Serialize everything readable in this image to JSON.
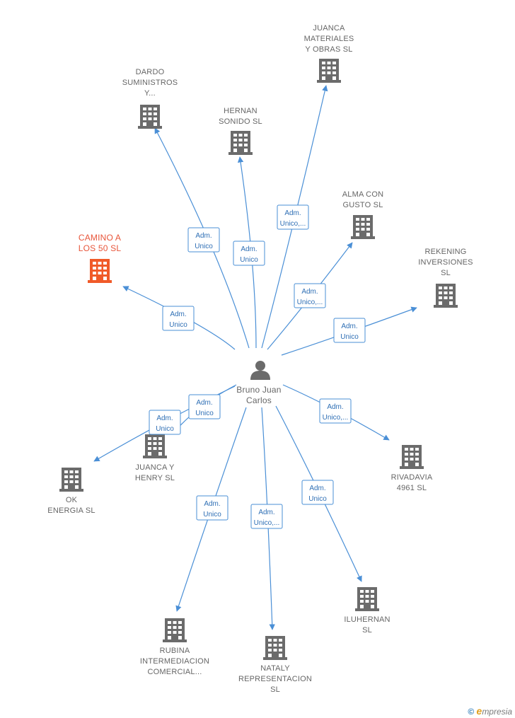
{
  "colors": {
    "edge": "#4a8fd6",
    "node": "#6b6b6b",
    "highlight": "#f05a28",
    "edge_text": "#2f6fb5"
  },
  "center": {
    "name_lines": [
      "Bruno Juan",
      "Carlos"
    ],
    "icon": "person-icon"
  },
  "nodes": [
    {
      "id": "camino",
      "lines": [
        "CAMINO A",
        "LOS 50  SL"
      ],
      "highlight": true
    },
    {
      "id": "dardo",
      "lines": [
        "DARDO",
        "SUMINISTROS",
        "Y..."
      ]
    },
    {
      "id": "hernan",
      "lines": [
        "HERNAN",
        "SONIDO  SL"
      ]
    },
    {
      "id": "juanca_mat",
      "lines": [
        "JUANCA",
        "MATERIALES",
        "Y OBRAS  SL"
      ]
    },
    {
      "id": "alma",
      "lines": [
        "ALMA CON",
        "GUSTO  SL"
      ]
    },
    {
      "id": "rekening",
      "lines": [
        "REKENING",
        "INVERSIONES",
        "SL"
      ]
    },
    {
      "id": "rivadavia",
      "lines": [
        "RIVADAVIA",
        "4961  SL"
      ]
    },
    {
      "id": "iluhernan",
      "lines": [
        "ILUHERNAN",
        "SL"
      ]
    },
    {
      "id": "nataly",
      "lines": [
        "NATALY",
        "REPRESENTACION",
        "SL"
      ]
    },
    {
      "id": "rubina",
      "lines": [
        "RUBINA",
        "INTERMEDIACION",
        "COMERCIAL..."
      ]
    },
    {
      "id": "ok",
      "lines": [
        "OK",
        "ENERGIA  SL"
      ]
    },
    {
      "id": "juanca_henry",
      "lines": [
        "JUANCA Y",
        "HENRY  SL"
      ]
    }
  ],
  "edges": [
    {
      "to": "camino",
      "label": [
        "Adm.",
        "Unico"
      ]
    },
    {
      "to": "dardo",
      "label": [
        "Adm.",
        "Unico"
      ]
    },
    {
      "to": "hernan",
      "label": [
        "Adm.",
        "Unico"
      ]
    },
    {
      "to": "juanca_mat",
      "label": [
        "Adm.",
        "Unico,..."
      ]
    },
    {
      "to": "alma",
      "label": [
        "Adm.",
        "Unico,..."
      ]
    },
    {
      "to": "rekening",
      "label": [
        "Adm.",
        "Unico"
      ]
    },
    {
      "to": "rivadavia",
      "label": [
        "Adm.",
        "Unico,..."
      ]
    },
    {
      "to": "iluhernan",
      "label": [
        "Adm.",
        "Unico"
      ]
    },
    {
      "to": "nataly",
      "label": [
        "Adm.",
        "Unico,..."
      ]
    },
    {
      "to": "rubina",
      "label": [
        "Adm.",
        "Unico"
      ]
    },
    {
      "to": "ok",
      "label": [
        "Adm.",
        "Unico"
      ]
    },
    {
      "to": "juanca_henry",
      "label": [
        "Adm.",
        "Unico"
      ]
    }
  ],
  "watermark": {
    "copyright": "©",
    "brand_e": "e",
    "brand_rest": "mpresia"
  }
}
